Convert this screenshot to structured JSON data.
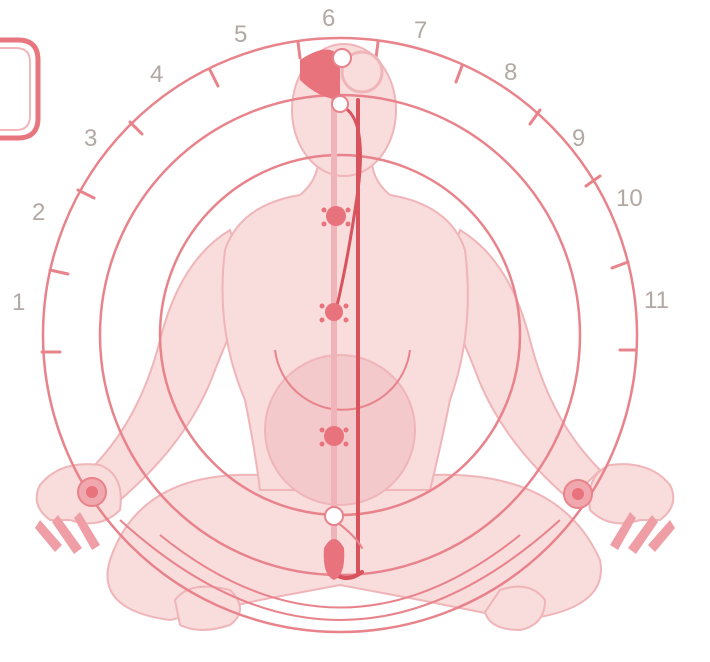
{
  "diagram": {
    "dial_numbers": [
      "1",
      "2",
      "3",
      "4",
      "5",
      "6",
      "7",
      "8",
      "9",
      "10",
      "11"
    ]
  },
  "colors": {
    "line": "#e8838b",
    "line_dark": "#d9535e",
    "body_fill": "#f9dcdc",
    "body_shade": "#f4c9cb",
    "number": "#b2a8a4",
    "frame": "#e8767f"
  }
}
